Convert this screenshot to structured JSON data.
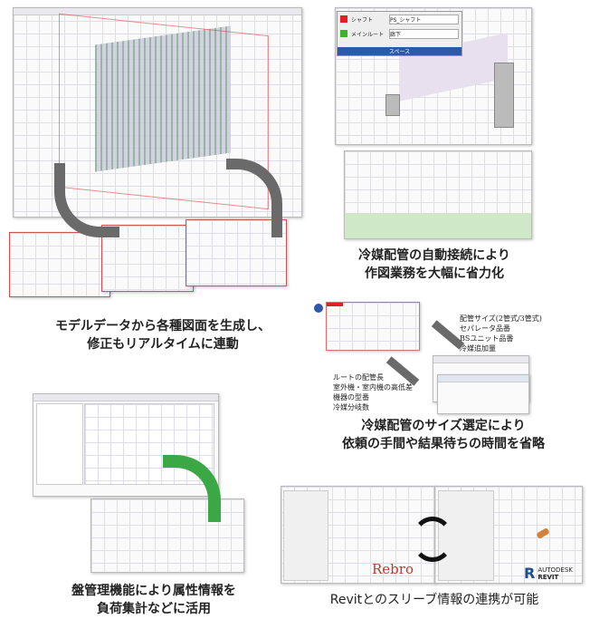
{
  "sections": [
    {
      "caption_lines": [
        "モデルデータから各種図面を生成し、",
        "修正もリアルタイムに連動"
      ]
    },
    {
      "caption_lines": [
        "冷媒配管の自動接続により",
        "作図業務を大幅に省力化"
      ]
    },
    {
      "caption_lines": [
        "冷媒配管のサイズ選定により",
        "依頼の手間や結果待ちの時間を省略"
      ]
    },
    {
      "caption_lines": [
        "盤管理機能により属性情報を",
        "負荷集計などに活用"
      ]
    },
    {
      "caption_lines": [
        "Revitとのスリーブ情報の連携が可能"
      ]
    }
  ],
  "route_panel": {
    "rows": [
      {
        "label": "シャフト",
        "value": "PS_シャフト",
        "color": "#e02020"
      },
      {
        "label": "メインルート",
        "value": "廊下",
        "color": "#40b030"
      }
    ],
    "footer": "スペース"
  },
  "size_notes": {
    "outputs": [
      "配管サイズ(2管式/3管式)",
      "セパレータ品番",
      "BSユニット品番",
      "冷媒追加量"
    ],
    "inputs": [
      "ルートの配管長",
      "室外機・室内機の高低差",
      "機器の型番",
      "冷媒分岐数"
    ]
  },
  "logos": {
    "rebro": "Rebro",
    "autodesk": "AUTODESK",
    "revit": "REVIT",
    "r_mark": "R"
  },
  "colors": {
    "arrow_gray": "#6a6a6a",
    "arrow_green": "#3aa845",
    "rebro_red": "#c0392b",
    "revit_blue": "#1f4e8c"
  }
}
